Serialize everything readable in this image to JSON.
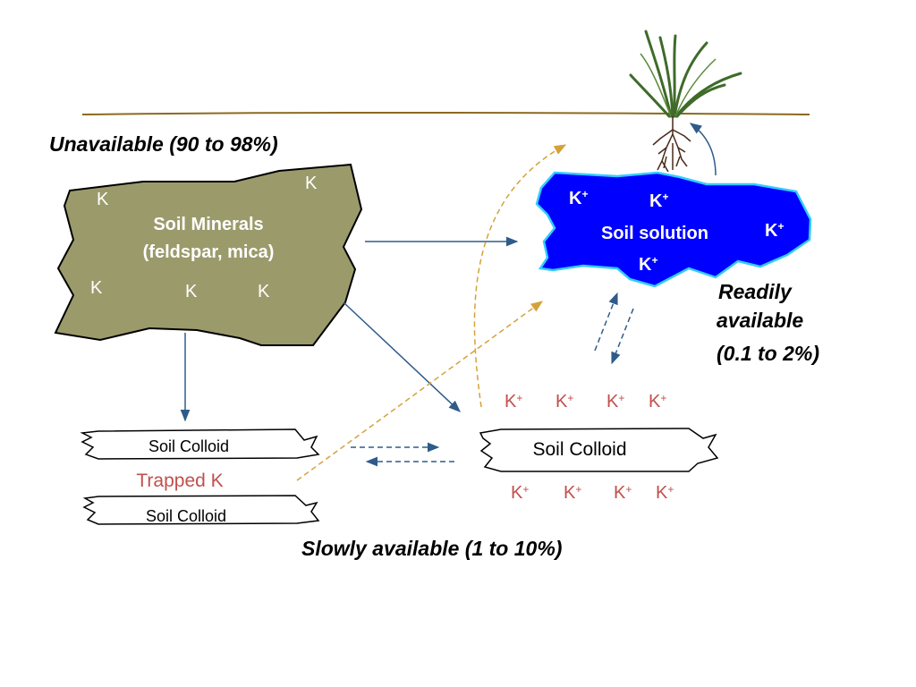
{
  "labels": {
    "unavailable": "Unavailable (90 to 98%)",
    "slowly_available": "Slowly available (1 to 10%)",
    "readily_line1": "Readily",
    "readily_line2": "available",
    "readily_line3": "(0.1 to 2%)"
  },
  "soil_minerals": {
    "title_line1": "Soil Minerals",
    "title_line2": "(feldspar, mica)",
    "k": "K"
  },
  "soil_solution": {
    "title": "Soil solution",
    "k": "K",
    "plus": "+"
  },
  "colloids": {
    "left_top": "Soil Colloid",
    "left_bottom": "Soil Colloid",
    "trapped": "Trapped K",
    "right": "Soil Colloid",
    "k": "K",
    "plus": "+"
  },
  "colors": {
    "mineral_fill": "#9b9a6b",
    "solution_fill": "#0000ff",
    "solution_outline": "#33ccff",
    "arrow_blue": "#2f5b8a",
    "arrow_gold": "#d4a23a",
    "k_red": "#c0504d",
    "ground_line": "#8b6b20"
  }
}
